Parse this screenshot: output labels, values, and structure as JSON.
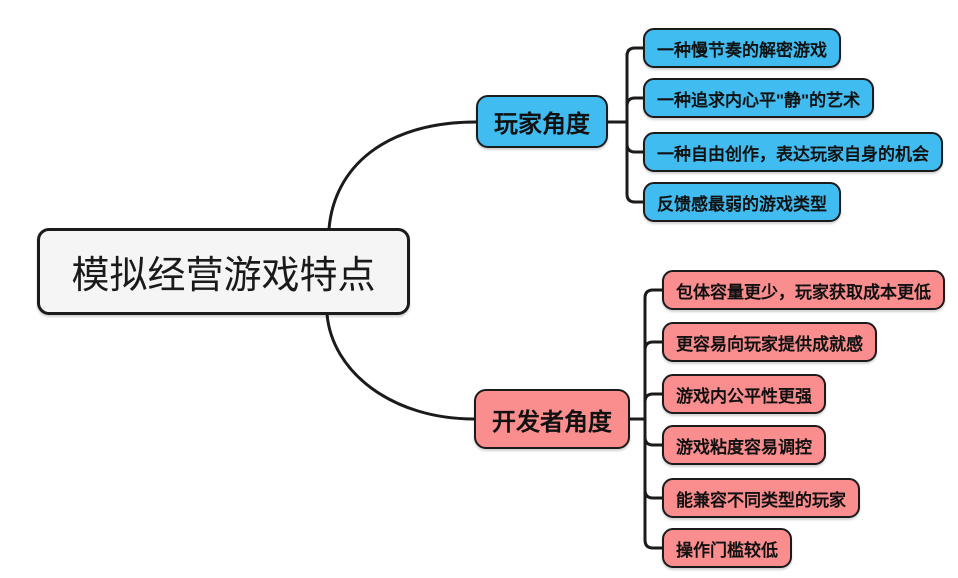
{
  "diagram": {
    "type": "mindmap",
    "root": {
      "label": "模拟经营游戏特点"
    },
    "branches": [
      {
        "label": "玩家角度",
        "color": "#41bcf1",
        "children": [
          "一种慢节奏的解密游戏",
          "一种追求内心平\"静\"的艺术",
          "一种自由创作，表达玩家自身的机会",
          "反馈感最弱的游戏类型"
        ]
      },
      {
        "label": "开发者角度",
        "color": "#fa8d8d",
        "children": [
          "包体容量更少，玩家获取成本更低",
          "更容易向玩家提供成就感",
          "游戏内公平性更强",
          "游戏粘度容易调控",
          "能兼容不同类型的玩家",
          "操作门槛较低"
        ]
      }
    ],
    "colors": {
      "root_background": "#f5f5f5",
      "player_branch": "#41bcf1",
      "developer_branch": "#fa8d8d",
      "line": "#1b1b1b",
      "background": "#ffffff"
    }
  }
}
